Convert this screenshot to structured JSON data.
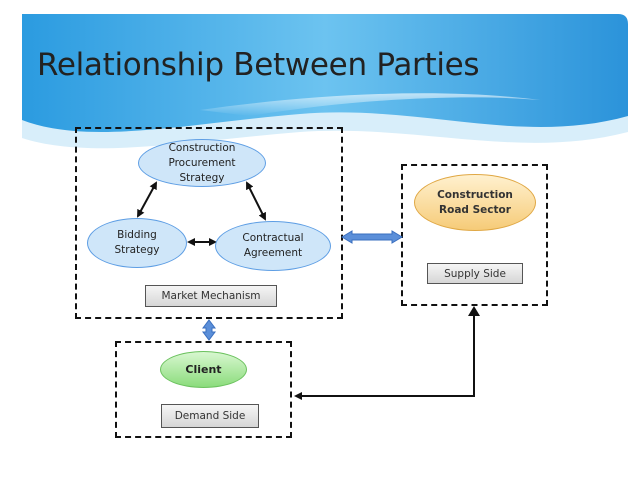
{
  "slide": {
    "title": "Relationship Between Parties"
  },
  "diagram": {
    "nodes": {
      "procurement": "Construction\nProcurement\nStrategy",
      "bidding": "Bidding\nStrategy",
      "contractual": "Contractual\nAgreement",
      "road_sector": "Construction\nRoad Sector",
      "client": "Client"
    },
    "labels": {
      "market_mechanism": "Market  Mechanism",
      "supply_side": "Supply Side",
      "demand_side": "Demand Side"
    }
  },
  "colors": {
    "header_blue": "#2f9fde",
    "arrow_blue": "#5b8fd9",
    "node_blue_fill": "#cfe6f9",
    "node_orange_fill": "#f6cb78",
    "node_green_fill": "#8bdc7c"
  }
}
